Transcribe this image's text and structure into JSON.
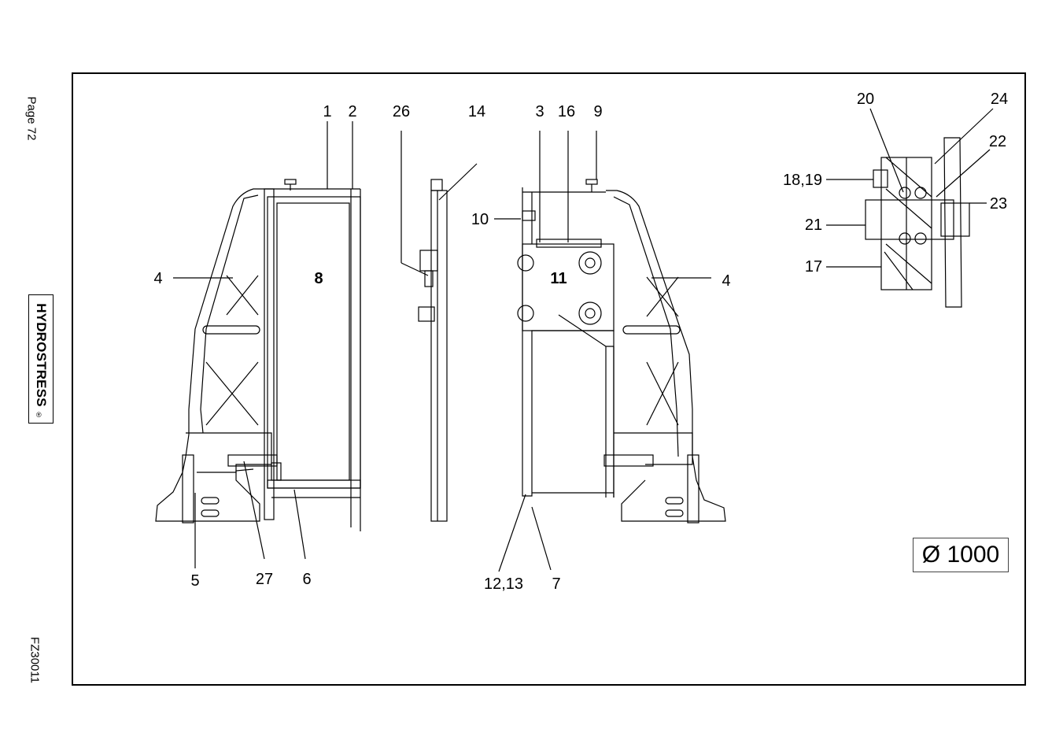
{
  "page_label": "Page 72",
  "brand": "HYDROSTRESS",
  "brand_mark": "®",
  "doc_code": "FZ30011",
  "diameter_label": "Ø 1000",
  "callouts": {
    "c1": "1",
    "c2": "2",
    "c26": "26",
    "c14": "14",
    "c3": "3",
    "c16": "16",
    "c9": "9",
    "c10": "10",
    "c4a": "4",
    "c4b": "4",
    "c8": "8",
    "c11": "11",
    "c5": "5",
    "c27": "27",
    "c6": "6",
    "c1213": "12,13",
    "c7": "7",
    "c20": "20",
    "c24": "24",
    "c22": "22",
    "c1819": "18,19",
    "c23": "23",
    "c21": "21",
    "c17": "17"
  }
}
